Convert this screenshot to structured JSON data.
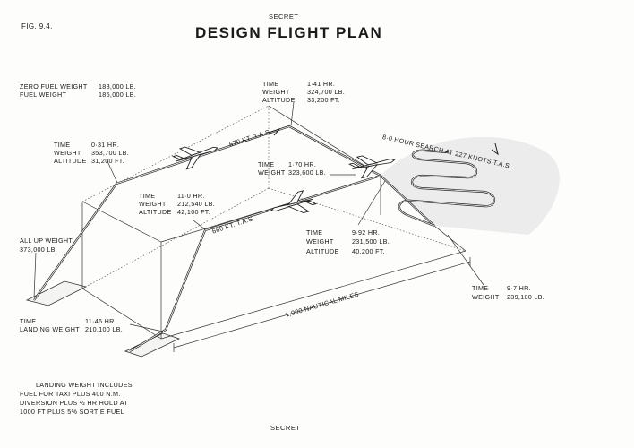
{
  "header": {
    "secret_top": "SECRET",
    "fig_label": "FIG. 9.4.",
    "title": "DESIGN  FLIGHT  PLAN"
  },
  "top_left": {
    "zero_fuel_label": "ZERO FUEL WEIGHT",
    "zero_fuel_value": "188,000 LB.",
    "fuel_label": "FUEL WEIGHT",
    "fuel_value": "185,000 LB."
  },
  "point_a": {
    "time_label": "TIME",
    "time_value": "0·31  HR.",
    "weight_label": "WEIGHT",
    "weight_value": "353,700  LB.",
    "alt_label": "ALTITUDE",
    "alt_value": "31,200  FT."
  },
  "point_b": {
    "time_label": "TIME",
    "time_value": "1·41  HR.",
    "weight_label": "WEIGHT",
    "weight_value": "324,700  LB.",
    "alt_label": "ALTITUDE",
    "alt_value": "33,200  FT."
  },
  "point_c": {
    "time_label": "TIME",
    "time_value": "1·70  HR.",
    "weight_label": "WEIGHT",
    "weight_value": "323,600  LB."
  },
  "point_d": {
    "time_label": "TIME",
    "time_value": "11·0  HR.",
    "weight_label": "WEIGHT",
    "weight_value": "212,540  LB.",
    "alt_label": "ALTITUDE",
    "alt_value": "42,100  FT."
  },
  "point_e": {
    "time_label": "TIME",
    "time_value": "9·92  HR.",
    "weight_label": "WEIGHT",
    "weight_value": "231,500 LB.",
    "alt_label": "ALTITUDE",
    "alt_value": "40,200  FT."
  },
  "point_f": {
    "time_label": "TIME",
    "time_value": "9·7  HR.",
    "weight_label": "WEIGHT",
    "weight_value": "239,100 LB."
  },
  "all_up": {
    "label": "ALL UP WEIGHT",
    "value": "373,000  LB."
  },
  "landing": {
    "time_label": "TIME",
    "time_value": "11·46  HR.",
    "weight_label": "LANDING WEIGHT",
    "weight_value": "210,100  LB."
  },
  "route_labels": {
    "speed_out": "670  KT.   T.A.S.",
    "speed_back": "660  KT.   T.A.S.",
    "search": "8·0  HOUR  SEARCH  AT  227  KNOTS  T.A.S.",
    "distance": "1,000  NAUTICAL  MILES"
  },
  "footnote": {
    "line1": "LANDING  WEIGHT  INCLUDES",
    "line2": "FUEL  FOR  TAXI  PLUS  400  N.M.",
    "line3": "DIVERSION  PLUS  ½ HR  HOLD  AT",
    "line4": "1000  FT  PLUS  5%  SORTIE  FUEL"
  },
  "footer": {
    "secret_bottom": "SECRET"
  }
}
